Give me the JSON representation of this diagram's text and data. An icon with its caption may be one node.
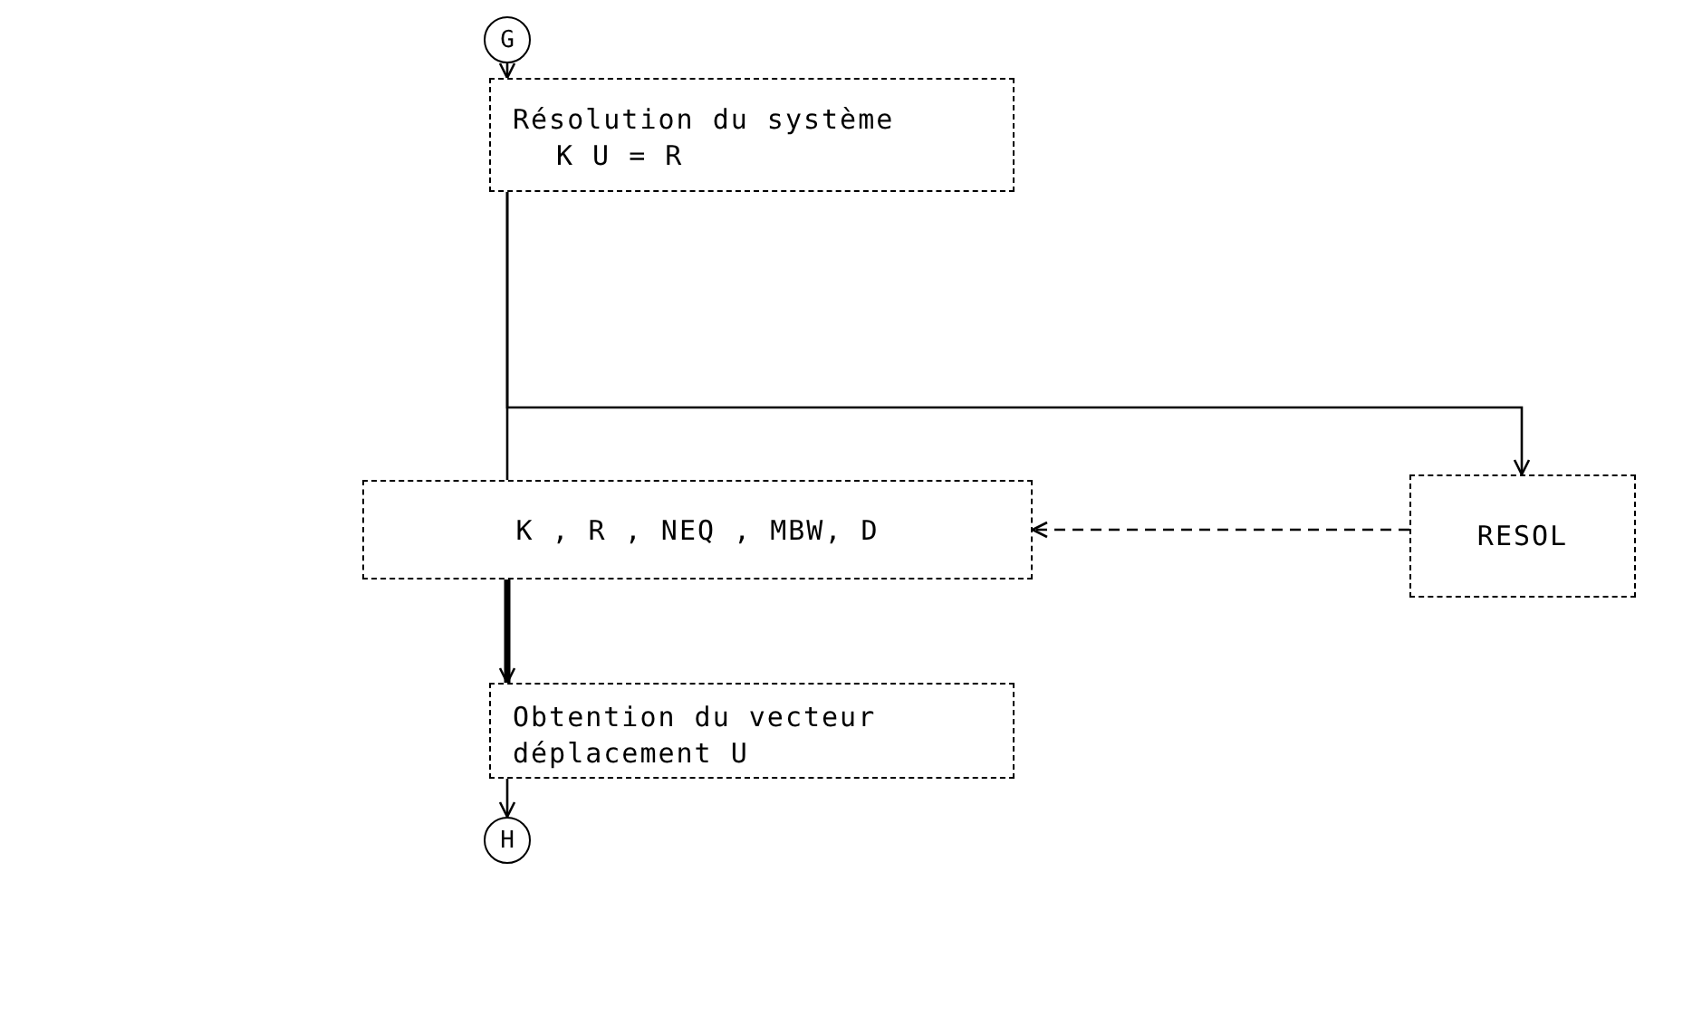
{
  "diagram": {
    "nodes": [
      {
        "text": [
          "G"
        ]
      },
      {
        "text": [
          "Résolution du système",
          "K U = R"
        ]
      },
      {
        "text": [
          "K , R , NEQ , MBW, D"
        ]
      },
      {
        "text": [
          "RESOL"
        ]
      },
      {
        "text": [
          "Obtention du vecteur déplacement U"
        ]
      },
      {
        "text": [
          "H"
        ]
      }
    ],
    "edges": [
      {
        "from": 0,
        "to": 1,
        "arrow": "to"
      },
      {
        "from": 1,
        "to": 2,
        "arrow": "none"
      },
      {
        "from": 1,
        "to": 3,
        "arrow": "to"
      },
      {
        "from": 3,
        "to": 2,
        "arrow": "to",
        "style": "dashed"
      },
      {
        "from": 2,
        "to": 4,
        "arrow": "to",
        "style": "thick"
      },
      {
        "from": 4,
        "to": 5,
        "arrow": "to"
      }
    ]
  }
}
